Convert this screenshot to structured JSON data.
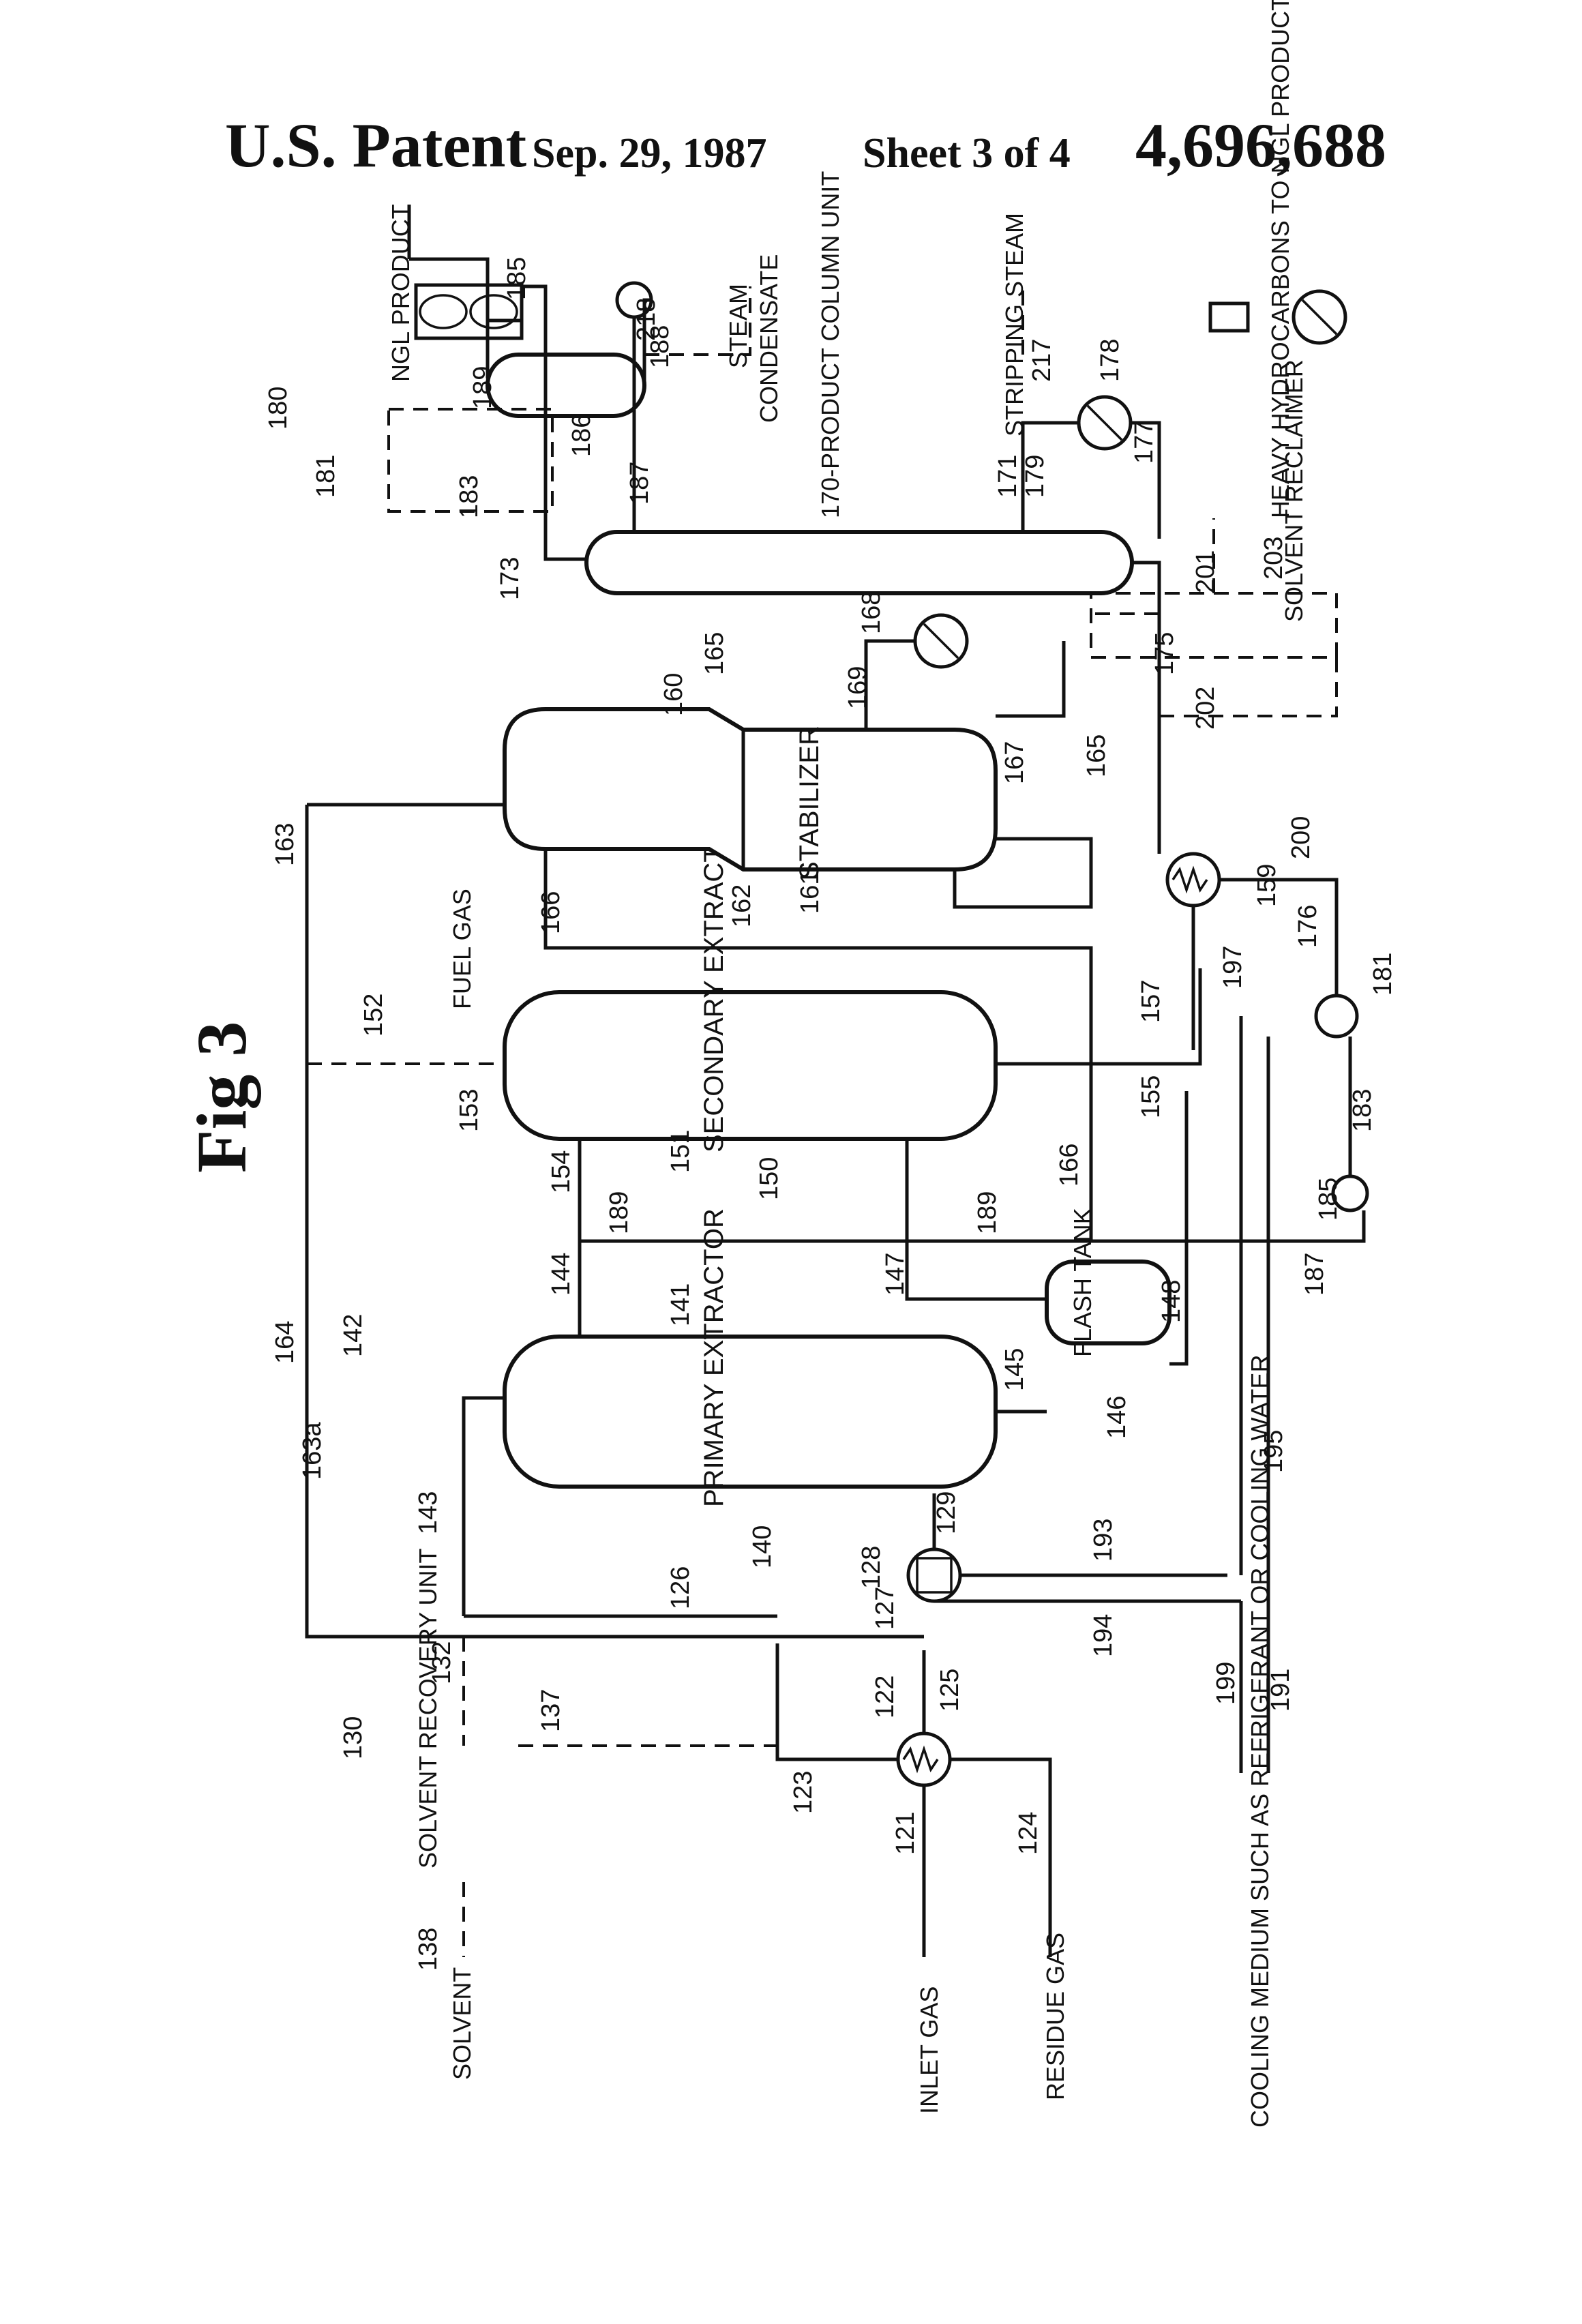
{
  "header": {
    "patent": "U.S. Patent",
    "date": "Sep. 29, 1987",
    "sheet": "Sheet 3 of 4",
    "number": "4,696,688"
  },
  "figure": {
    "title": "Fig 3"
  },
  "equipment": {
    "primary_extractor": "PRIMARY EXTRACTOR",
    "secondary_extractor": "SECONDARY EXTRACTOR",
    "stabilizer": "STABILIZER",
    "flash_tank": "FLASH TANK",
    "solvent_reclaimer": "SOLVENT RECLAIMER",
    "solvent_recovery_unit": "SOLVENT RECOVERY UNIT",
    "product_column_unit": "170-PRODUCT COLUMN UNIT"
  },
  "streams": {
    "ngl_product": "NGL PRODUCT",
    "steam_condensate_steam": "STEAM",
    "steam_condensate": "CONDENSATE",
    "stripping_steam": "STRIPPING STEAM",
    "heavy_hydrocarbons": "HEAVY HYDROCARBONS TO NGL PRODUCT",
    "fuel_gas": "FUEL GAS",
    "solvent": "SOLVENT",
    "inlet_gas": "INLET GAS",
    "residue_gas": "RESIDUE GAS",
    "cooling_medium": "COOLING MEDIUM SUCH AS REFRIGERANT OR COOLING WATER"
  },
  "refs": {
    "r121": "121",
    "r122": "122",
    "r123": "123",
    "r124": "124",
    "r125": "125",
    "r126": "126",
    "r127": "127",
    "r128": "128",
    "r129": "129",
    "r130": "130",
    "r132": "132",
    "r137": "137",
    "r138": "138",
    "r140": "140",
    "r141": "141",
    "r142": "142",
    "r143": "143",
    "r144": "144",
    "r145": "145",
    "r146": "146",
    "r147": "147",
    "r148": "148",
    "r150": "150",
    "r151": "151",
    "r152": "152",
    "r153": "153",
    "r154": "154",
    "r155": "155",
    "r157": "157",
    "r159": "159",
    "r160": "160",
    "r161": "161",
    "r162": "162",
    "r163": "163",
    "r163a": "163a",
    "r164": "164",
    "r165a": "165",
    "r165b": "165",
    "r166a": "166",
    "r166b": "166",
    "r167": "167",
    "r168": "168",
    "r169": "169",
    "r171": "171",
    "r173": "173",
    "r175": "175",
    "r176": "176",
    "r177": "177",
    "r178": "178",
    "r179": "179",
    "r180": "180",
    "r181a": "181",
    "r181b": "181",
    "r183a": "183",
    "r183b": "183",
    "r185a": "185",
    "r185b": "185",
    "r186": "186",
    "r187a": "187",
    "r187b": "187",
    "r188": "188",
    "r189a": "189",
    "r189b": "189",
    "r189c": "189",
    "r191": "191",
    "r193": "193",
    "r194": "194",
    "r195": "195",
    "r197": "197",
    "r199": "199",
    "r200": "200",
    "r201": "201",
    "r202": "202",
    "r203": "203",
    "r217": "217",
    "r218": "218"
  }
}
